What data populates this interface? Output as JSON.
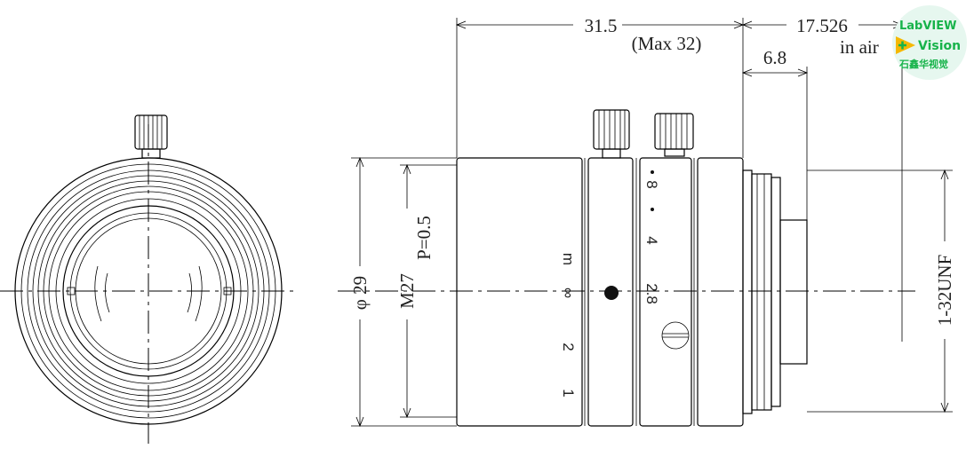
{
  "dimensions": {
    "length": "31.5",
    "length_max": "(Max 32)",
    "flange_distance": "17.526",
    "flange_note": "in air",
    "mount_depth": "6.8",
    "diameter": "φ 29",
    "filter_thread": "M27",
    "thread_pitch": "P=0.5",
    "mount_thread": "1-32UNF"
  },
  "focus_scale": {
    "unit": "m",
    "marks": [
      "∞",
      "2",
      "1"
    ]
  },
  "aperture_scale": {
    "marks": [
      "8",
      "4",
      "2.8"
    ]
  },
  "watermark": {
    "line1": "LabVIEW",
    "line2": "Vision",
    "line3": "石鑫华视觉",
    "color": "#17b34a",
    "accent": "#f5b800"
  }
}
